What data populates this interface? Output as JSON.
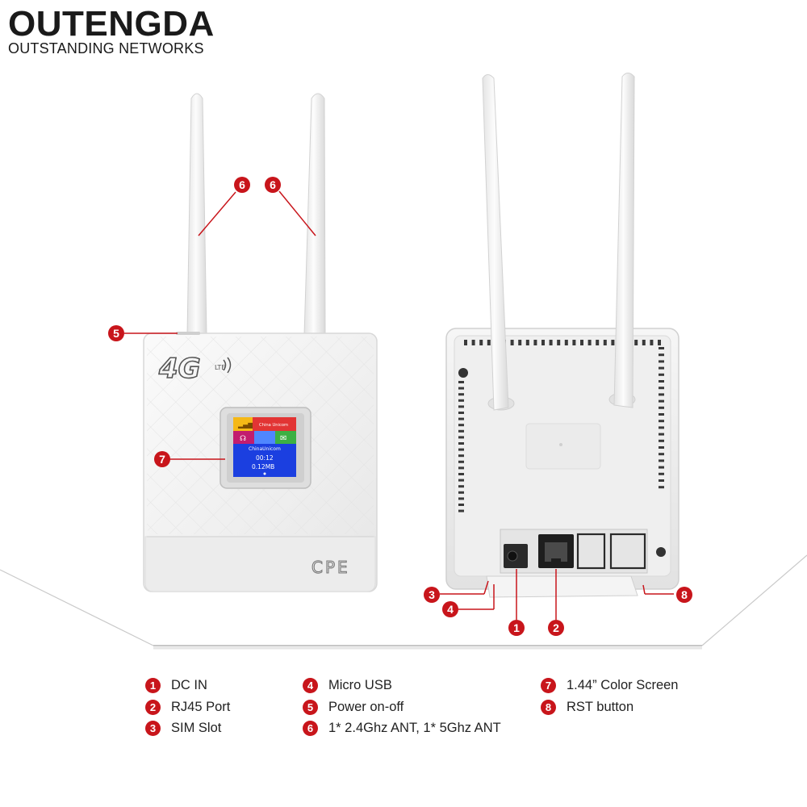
{
  "brand": {
    "name": "OUTENGDA",
    "tagline": "OUTSTANDING NETWORKS"
  },
  "device": {
    "front_logo": "4G",
    "front_logo_sup": "LTE",
    "front_model": "CPE",
    "screen": {
      "tile_top_right": "China Unicom",
      "operator": "ChinaUnicom",
      "time": "00:12",
      "data": "0.12MB"
    }
  },
  "callouts": {
    "one": "1",
    "two": "2",
    "three": "3",
    "four": "4",
    "five": "5",
    "six": "6",
    "seven": "7",
    "eight": "8"
  },
  "legend": [
    {
      "num": "1",
      "label": "DC IN"
    },
    {
      "num": "2",
      "label": "RJ45 Port"
    },
    {
      "num": "3",
      "label": "SIM Slot"
    },
    {
      "num": "4",
      "label": "Micro USB"
    },
    {
      "num": "5",
      "label": "Power on-off"
    },
    {
      "num": "6",
      "label": "1* 2.4Ghz ANT, 1*  5Ghz ANT"
    },
    {
      "num": "7",
      "label": "1.44” Color Screen"
    },
    {
      "num": "8",
      "label": "RST button"
    }
  ],
  "colors": {
    "callout_red": "#c8151b",
    "device_white": "#f2f2f2",
    "screen_blue": "#1b3fe0"
  }
}
